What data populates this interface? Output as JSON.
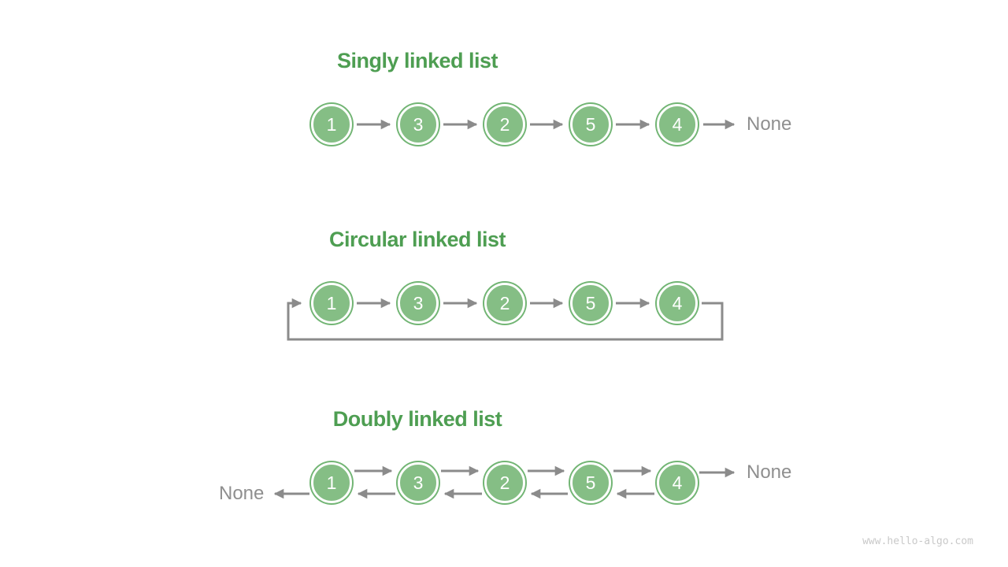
{
  "diagram": {
    "sections": [
      {
        "title": "Singly linked list",
        "nodes": [
          "1",
          "3",
          "2",
          "5",
          "4"
        ],
        "tail_label": "None"
      },
      {
        "title": "Circular linked list",
        "nodes": [
          "1",
          "3",
          "2",
          "5",
          "4"
        ]
      },
      {
        "title": "Doubly linked list",
        "nodes": [
          "1",
          "3",
          "2",
          "5",
          "4"
        ],
        "head_label": "None",
        "tail_label": "None"
      }
    ],
    "watermark": "www.hello-algo.com",
    "colors": {
      "node_fill": "#85be85",
      "node_ring": "#72b574",
      "node_text": "#ffffff",
      "title_text": "#4e9e52",
      "arrow": "#8b8b8b",
      "none_text": "#8f8f8f",
      "watermark_text": "#c9c9c9"
    }
  }
}
